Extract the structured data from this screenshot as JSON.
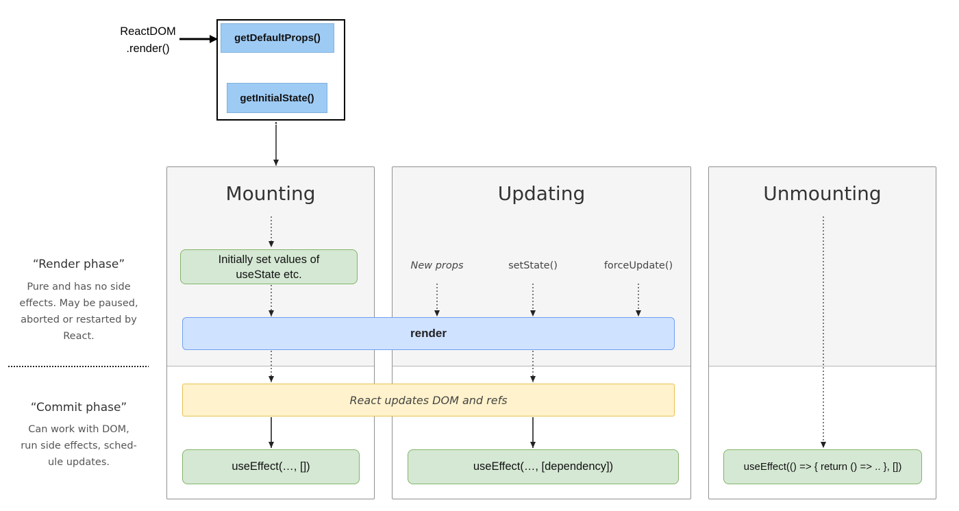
{
  "legacy": {
    "caller_line1": "ReactDOM",
    "caller_line2": ".render()",
    "step1": "getDefaultProps()",
    "step2": "getInitialState()"
  },
  "columns": {
    "mounting": "Mounting",
    "updating": "Updating",
    "unmounting": "Unmounting"
  },
  "render_phase": {
    "title": "“Render phase”",
    "lines": [
      "Pure and has no side",
      "effects. May be paused,",
      "aborted or restarted by",
      "React."
    ]
  },
  "commit_phase": {
    "title": "“Commit phase”",
    "lines": [
      "Can work with DOM,",
      "run side effects, sched-",
      "ule updates."
    ]
  },
  "mount_init": {
    "line1": "Initially set values of",
    "line2": "useState etc."
  },
  "triggers": {
    "new_props": "New props",
    "set_state": "setState()",
    "force_update": "forceUpdate()"
  },
  "render_box": "render",
  "commit_box": "React updates DOM and refs",
  "effects": {
    "mounting": "useEffect(…, [])",
    "updating": "useEffect(…, [dependency])",
    "unmounting": "useEffect(() => { return () => .. }, [])"
  }
}
